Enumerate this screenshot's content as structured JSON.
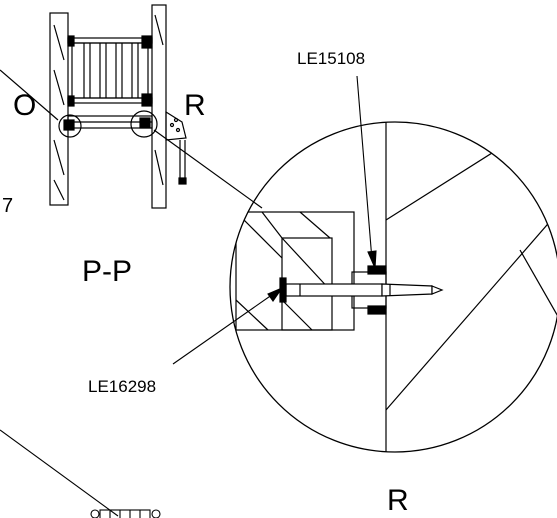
{
  "labels": {
    "detail_o": "O",
    "detail_r_top": "R",
    "section": "P-P",
    "part_top": "LE15108",
    "part_bottom": "LE16298",
    "detail_r_bottom": "R",
    "edge_number": "7"
  },
  "colors": {
    "line": "#000000",
    "background": "#ffffff"
  }
}
